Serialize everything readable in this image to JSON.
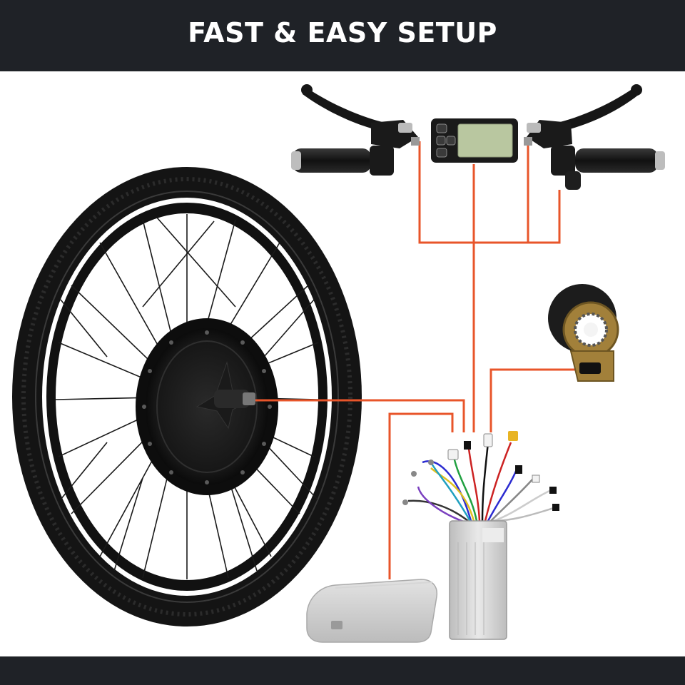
{
  "banner": {
    "title": "FAST & EASY SETUP"
  },
  "colors": {
    "banner_bg": "#1f2227",
    "wire": "#e8552a",
    "tire": "#141414",
    "controller": "#dcdcdc",
    "battery": "#cfcfcf",
    "lcd_screen": "#b9c7a0"
  },
  "components": [
    {
      "name": "hub-motor-wheel",
      "icon": "wheel-icon"
    },
    {
      "name": "left-brake-lever",
      "icon": "brake-lever-icon"
    },
    {
      "name": "lcd-display",
      "icon": "display-icon"
    },
    {
      "name": "right-brake-lever-throttle",
      "icon": "throttle-icon"
    },
    {
      "name": "pedal-assist-sensor",
      "icon": "sensor-icon"
    },
    {
      "name": "motor-controller",
      "icon": "controller-icon"
    },
    {
      "name": "battery",
      "icon": "battery-icon"
    }
  ]
}
